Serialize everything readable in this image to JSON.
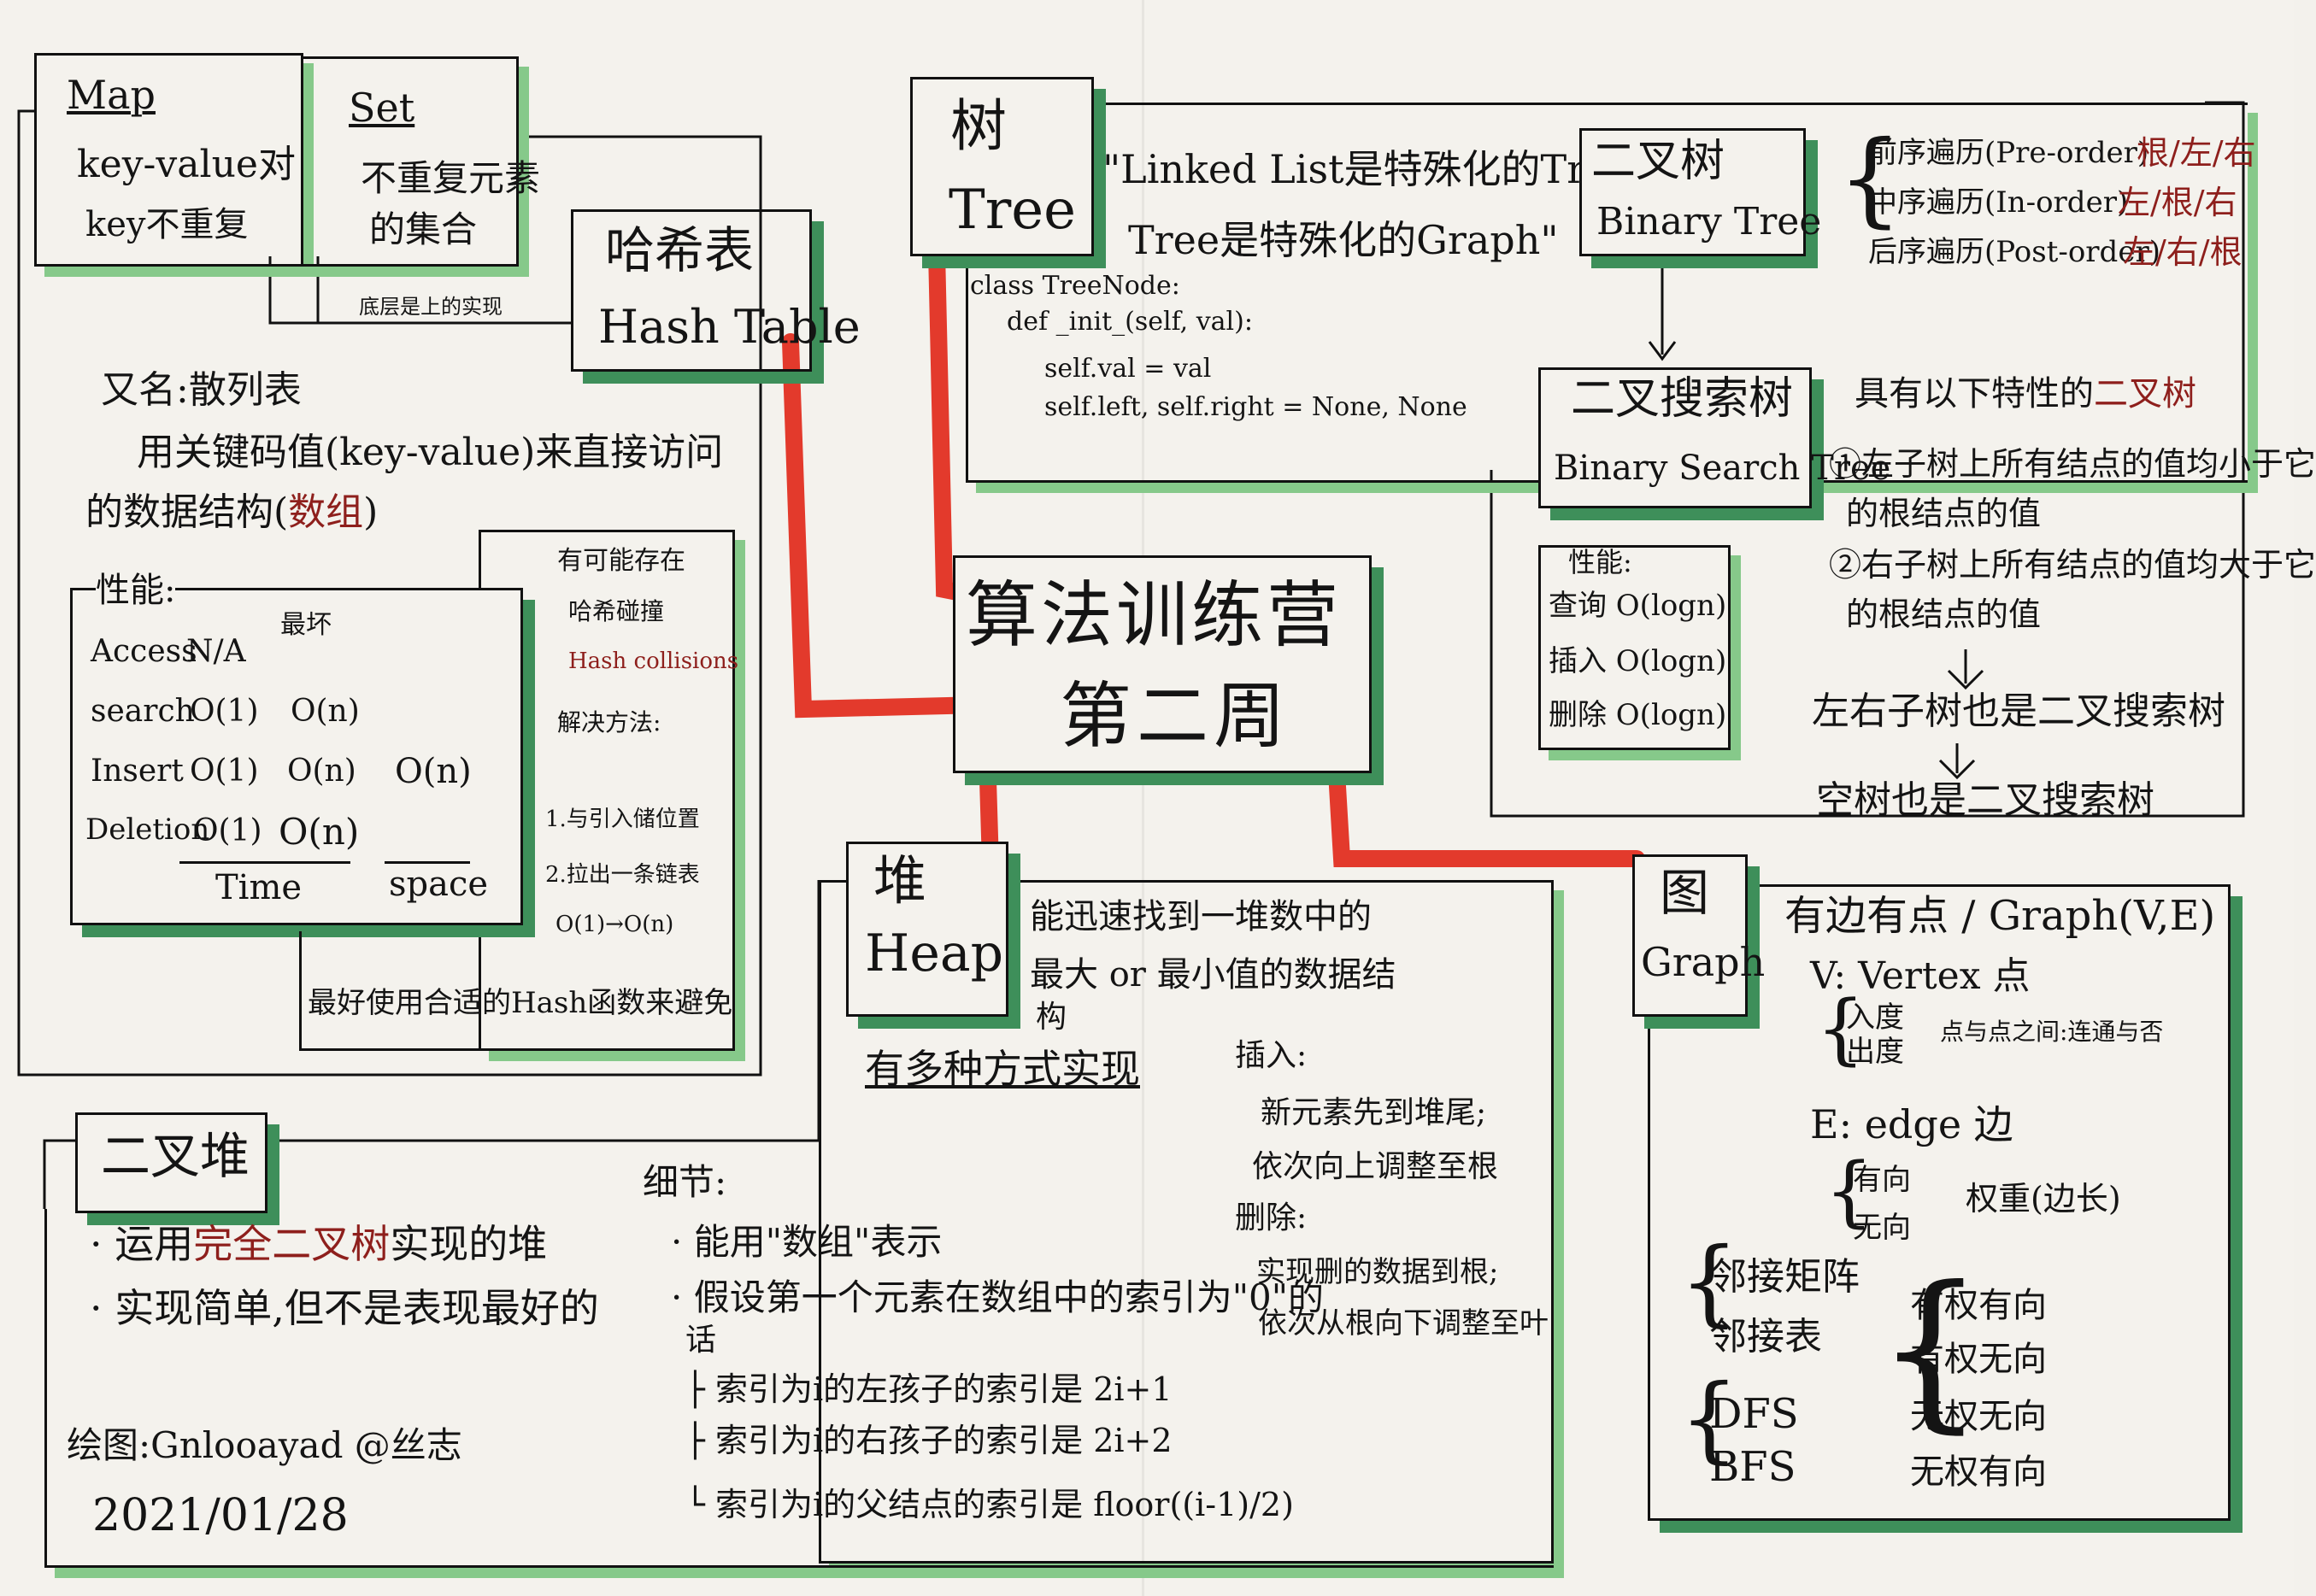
{
  "map": {
    "title": "Map",
    "line1": "key-value对",
    "line2": "key不重复"
  },
  "set": {
    "title": "Set",
    "line1": "不重复元素",
    "line2": "的集合"
  },
  "map_set_link": "底层是上的实现",
  "hash": {
    "title_cn": "哈希表",
    "title_en": "Hash Table",
    "alias": "又名:散列表",
    "desc1": "用关键码值(key-value)来直接访问",
    "desc2": "的数据结构(",
    "desc2_red": "数组",
    "desc2_end": ")",
    "perf_title": "性能:",
    "col_worst": "最坏",
    "rows": [
      {
        "op": "Access",
        "time": "N/A",
        "worst": "",
        "space": ""
      },
      {
        "op": "search",
        "time": "O(1)",
        "worst": "O(n)",
        "space": ""
      },
      {
        "op": "Insert",
        "time": "O(1)",
        "worst": "O(n)",
        "space": "O(n)"
      },
      {
        "op": "Deletion",
        "time": "O(1)",
        "worst": "O(n)",
        "space": ""
      }
    ],
    "time_label": "Time",
    "space_label": "space",
    "note1": "有可能存在",
    "note2": "哈希碰撞",
    "note3": "Hash collisions",
    "note4": "解决方法:",
    "note5": "1.与引入储位置",
    "note6": "2.拉出一条链表",
    "note7": "O(1)→O(n)",
    "note_bottom": "最好使用合适的Hash函数来避免"
  },
  "tree": {
    "title_cn": "树",
    "title_en": "Tree",
    "quote1": "\"Linked List是特殊化的Tree",
    "quote2": "Tree是特殊化的Graph\"",
    "code": [
      "class TreeNode:",
      "def _init_(self, val):",
      "self.val = val",
      "self.left, self.right = None, None"
    ]
  },
  "binary_tree": {
    "title_cn": "二叉树",
    "title_en": "Binary Tree",
    "trav": [
      {
        "name": "前序遍历(Pre-order)",
        "order": "根/左/右"
      },
      {
        "name": "中序遍历(In-order)",
        "order": "左/根/右"
      },
      {
        "name": "后序遍历(Post-order)",
        "order": "左/右/根"
      }
    ]
  },
  "bst": {
    "title_cn": "二叉搜索树",
    "title_en": "Binary Search Tree",
    "perf_title": "性能:",
    "perf": [
      "查询 O(logn)",
      "插入 O(logn)",
      "删除 O(logn)"
    ],
    "def_title": "具有以下特性的",
    "def_title_red": "二叉树",
    "p1a": "①左子树上所有结点的值均小于它",
    "p1b": "的根结点的值",
    "p2a": "②右子树上所有结点的值均大于它",
    "p2b": "的根结点的值",
    "p3": "左右子树也是二叉搜索树",
    "p4": "空树也是二叉搜索树"
  },
  "center": {
    "line1": "算法训练营",
    "line2": "第二周"
  },
  "heap": {
    "title_cn": "堆",
    "title_en": "Heap",
    "desc1": "能迅速找到一堆数中的",
    "desc2": "最大 or 最小值的数据结",
    "desc3": "构",
    "impl": "有多种方式实现",
    "insert_title": "插入:",
    "insert1": "新元素先到堆尾;",
    "insert2": "依次向上调整至根",
    "delete_title": "删除:",
    "delete1": "实现删的数据到根;",
    "delete2": "依次从根向下调整至叶"
  },
  "binheap": {
    "title": "二叉堆",
    "b1_pre": "· 运用",
    "b1_red": "完全二叉树",
    "b1_post": "实现的堆",
    "b2": "· 实现简单,但不是表现最好的",
    "detail_title": "细节:",
    "d1": "· 能用\"数组\"表示",
    "d2a": "· 假设第一个元素在数组中的索引为\"0\"的",
    "d2b": "话",
    "d3": "├ 索引为i的左孩子的索引是 2i+1",
    "d4": "├ 索引为i的右孩子的索引是 2i+2",
    "d5": "└ 索引为i的父结点的索引是 floor((i-1)/2)",
    "credit": "绘图:Gnlooayad @丝志",
    "date": "2021/01/28"
  },
  "graph": {
    "title_cn": "图",
    "title_en": "Graph",
    "l1": "有边有点 / Graph(V,E)",
    "l2": "V: Vertex 点",
    "l3a": "入度",
    "l3b": "出度",
    "l3c": "点与点之间:连通与否",
    "l4": "E: edge 边",
    "l5a": "有向",
    "l5b": "无向",
    "l5c": "权重(边长)",
    "l6a": "邻接矩阵",
    "l6b": "邻接表",
    "l7a": "DFS",
    "l7b": "BFS",
    "kinds": [
      "有权有向",
      "有权无向",
      "无权无向",
      "无权有向"
    ]
  }
}
